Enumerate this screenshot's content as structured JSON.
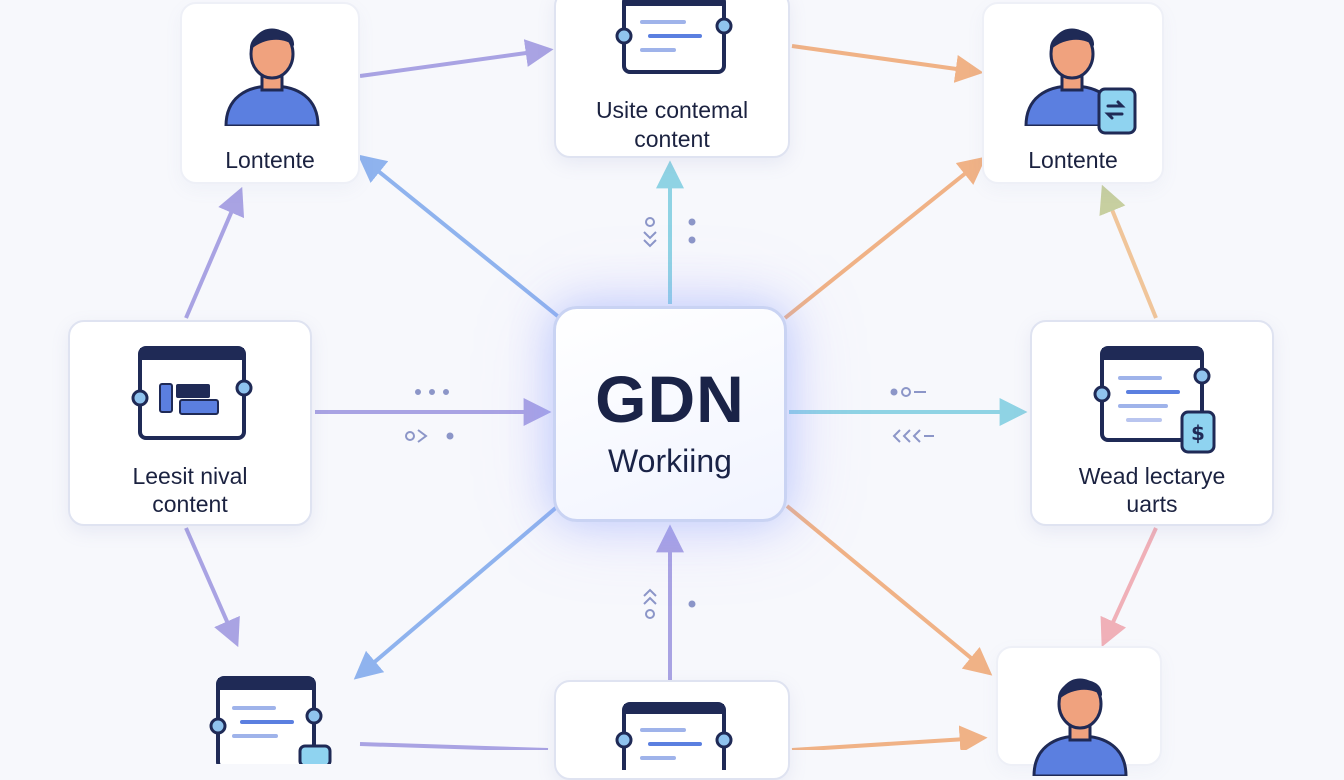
{
  "center": {
    "title": "GDN",
    "subtitle": "Workiing"
  },
  "nodes": {
    "top_left": {
      "label": "Lontente",
      "icon": "user-icon"
    },
    "top_center": {
      "label_line1": "Usite contemal",
      "label_line2": "content",
      "icon": "browser-window-icon"
    },
    "top_right": {
      "label": "Lontente",
      "icon": "user-with-document-icon"
    },
    "middle_left": {
      "label_line1": "Leesit nival",
      "label_line2": "content",
      "icon": "browser-window-icon"
    },
    "middle_right": {
      "label_line1": "Wead lectarye",
      "label_line2": "uarts",
      "icon": "browser-dollar-icon"
    },
    "bottom_left": {
      "icon": "browser-window-icon"
    },
    "bottom_center": {
      "icon": "browser-window-icon"
    },
    "bottom_right": {
      "icon": "user-icon"
    }
  },
  "colors": {
    "blue_arrow": "#8fb3ee",
    "purple_arrow": "#a9a3e3",
    "teal_arrow": "#8fd3e4",
    "orange_arrow": "#f0b286",
    "pink_arrow": "#f0b0b8",
    "icon_navy": "#1f2a56",
    "icon_blue": "#5b7fe0",
    "skin": "#f0a27e"
  }
}
